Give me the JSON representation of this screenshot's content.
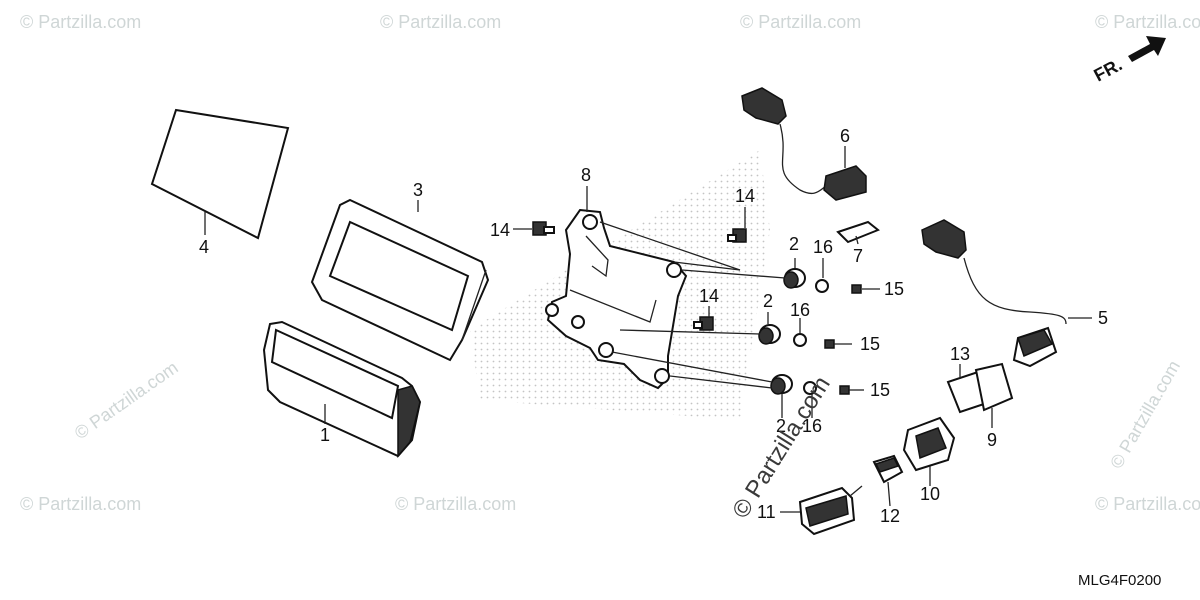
{
  "diagram": {
    "drawing_code": "MLG4F0200",
    "direction_label": "FR.",
    "watermark_main": "© Partzilla.com",
    "watermark_small": "© Partzilla.com",
    "callouts": [
      "1",
      "2",
      "3",
      "4",
      "5",
      "6",
      "7",
      "8",
      "9",
      "10",
      "11",
      "12",
      "13",
      "14",
      "15",
      "16"
    ]
  }
}
